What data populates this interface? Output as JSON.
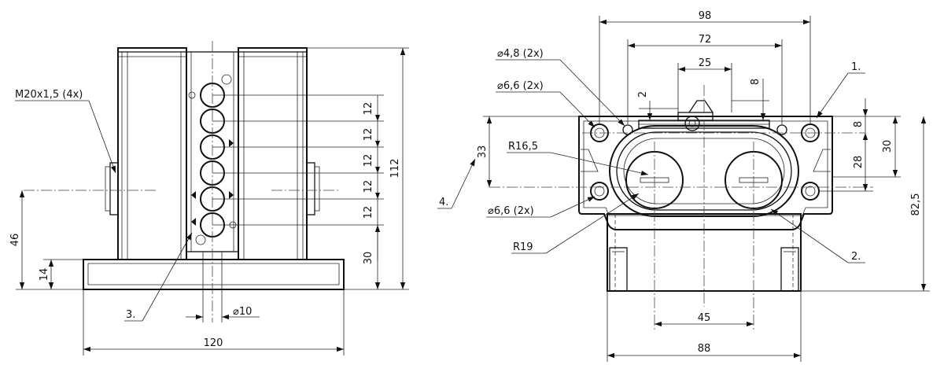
{
  "drawing": {
    "side_view": {
      "thread_label": "M20x1,5 (4x)",
      "dim_width": "120",
      "dim_height_total": "112",
      "dim_height_46": "46",
      "dim_base_14": "14",
      "dim_bottom_30": "30",
      "dim_pitch": [
        "12",
        "12",
        "12",
        "12",
        "12"
      ],
      "dim_pin_diameter": "⌀10",
      "callout_3": "3."
    },
    "front_view": {
      "dim_top_98": "98",
      "dim_top_72": "72",
      "dim_top_25": "25",
      "dim_small_8": "8",
      "dim_small_2": "2",
      "hole_48": "⌀4,8 (2x)",
      "hole_66_top": "⌀6,6 (2x)",
      "hole_66_bottom": "⌀6,6 (2x)",
      "radius_165": "R16,5",
      "radius_19": "R19",
      "dim_33": "33",
      "dim_8_right": "8",
      "dim_28": "28",
      "dim_30_right": "30",
      "dim_825": "82,5",
      "dim_45": "45",
      "dim_88": "88",
      "callout_1": "1.",
      "callout_2": "2.",
      "callout_4": "4."
    }
  }
}
